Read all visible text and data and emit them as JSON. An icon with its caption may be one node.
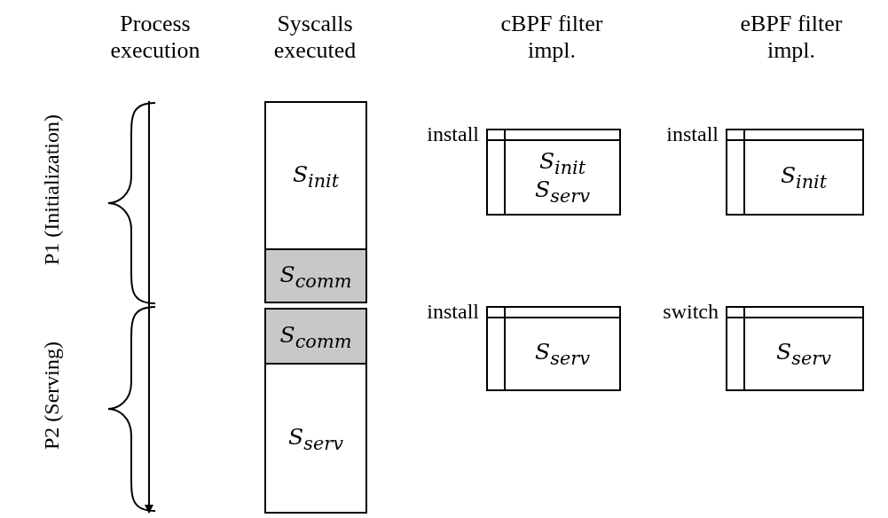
{
  "diagram": {
    "nodes": [
      {
        "text": [
          "S$_{init}$"
        ]
      },
      {
        "text": [
          "S$_{comm}$"
        ]
      },
      {
        "text": [
          "S$_{comm}$"
        ]
      },
      {
        "text": [
          "S$_{serv}$"
        ]
      },
      {
        "text": [
          "S$_{init}$",
          "S$_{serv}$"
        ],
        "beside": [
          "install"
        ]
      },
      {
        "text": [
          "S$_{init}$"
        ],
        "beside": [
          "install"
        ]
      },
      {
        "text": [
          "S$_{serv}$"
        ],
        "beside": [
          "install"
        ]
      },
      {
        "text": [
          "S$_{serv}$"
        ],
        "beside": [
          "switch"
        ]
      }
    ],
    "labels": [
      "Process execution",
      "Syscalls executed",
      "cBPF filter impl.",
      "eBPF filter impl.",
      "P1 (Initialization)",
      "P2 (Serving)"
    ]
  }
}
